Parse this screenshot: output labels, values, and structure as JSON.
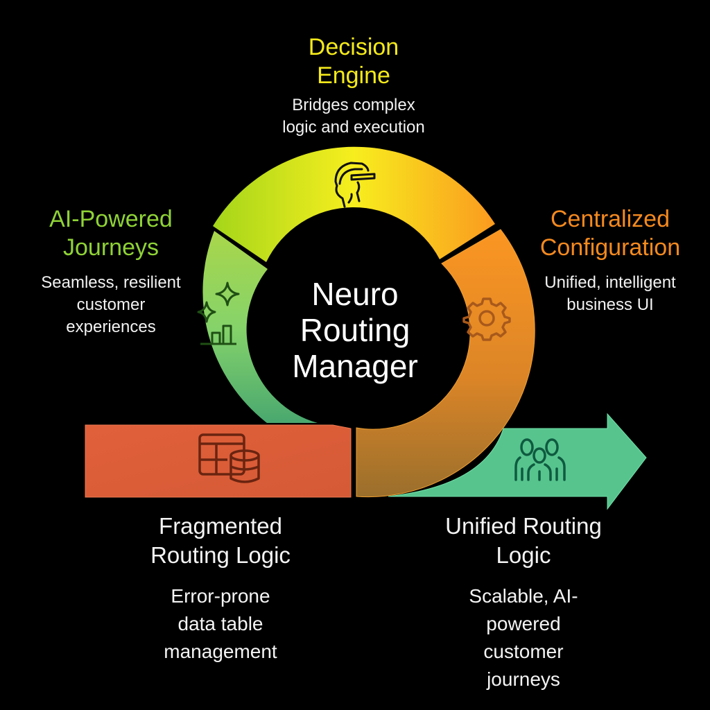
{
  "hub": {
    "line1": "Neuro",
    "line2": "Routing",
    "line3": "Manager"
  },
  "stages": {
    "decision_engine": {
      "title_line1": "Decision",
      "title_line2": "Engine",
      "desc_line1": "Bridges complex",
      "desc_line2": "logic and execution",
      "icon": "head-with-visor-icon",
      "color": "#f5ea1a"
    },
    "ai_powered": {
      "title_line1": "AI-Powered",
      "title_line2": "Journeys",
      "desc_line1": "Seamless, resilient",
      "desc_line2": "customer",
      "desc_line3": "experiences",
      "icon": "sparkles-bar-chart-icon",
      "color": "#8fd336"
    },
    "centralized": {
      "title_line1": "Centralized",
      "title_line2": "Configuration",
      "desc_line1": "Unified, intelligent",
      "desc_line2": "business UI",
      "icon": "gear-icon",
      "color": "#f58a1f"
    },
    "fragmented": {
      "title_line1": "Fragmented",
      "title_line2": "Routing Logic",
      "desc_line1": "Error-prone",
      "desc_line2": "data table",
      "desc_line3": "management",
      "icon": "table-database-icon",
      "color": "#e0603a"
    },
    "unified": {
      "title_line1": "Unified Routing",
      "title_line2": "Logic",
      "desc_line1": "Scalable, AI-",
      "desc_line2": "powered",
      "desc_line3": "customer",
      "desc_line4": "journeys",
      "icon": "people-group-icon",
      "color": "#57c48e"
    }
  }
}
